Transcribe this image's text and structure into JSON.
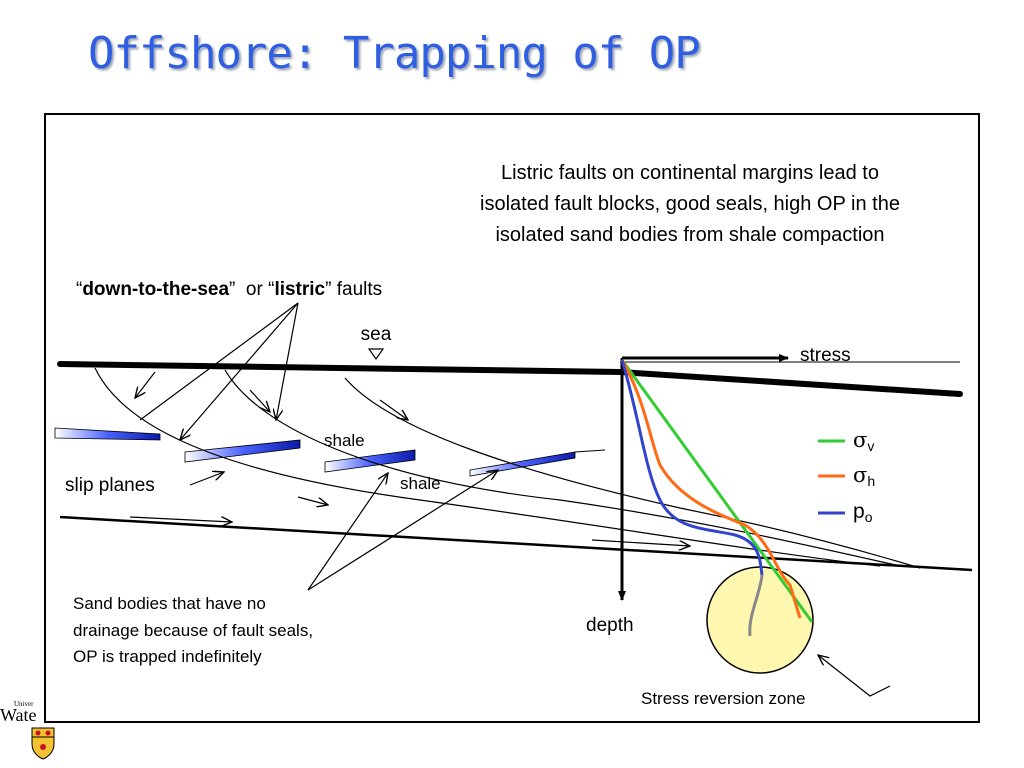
{
  "slide": {
    "title": "Offshore: Trapping of OP"
  },
  "diagram": {
    "intro_text": [
      "Listric faults on continental margins lead to",
      "isolated fault blocks, good seals, high OP in the",
      "isolated sand bodies from shale compaction"
    ],
    "faults_label": {
      "open_quote_1": "“",
      "term_1": "down-to-the-sea",
      "close_quote_1": "”",
      "connector": "  or “",
      "term_2": "listric",
      "tail": "” faults"
    },
    "sea_label": "sea",
    "stress_label": "stress",
    "depth_label": "depth",
    "slip_planes_label": "slip planes",
    "shale_label_1": "shale",
    "shale_label_2": "shale",
    "sand_bodies_text": [
      "Sand bodies that have no",
      "drainage because of fault seals,",
      "OP is trapped indefinitely"
    ],
    "stress_reversion_label": "Stress reversion zone",
    "legend": [
      {
        "symbol": "σ",
        "subscript": "v",
        "color": "#33cc33"
      },
      {
        "symbol": "σ",
        "subscript": "h",
        "color": "#ff6a13"
      },
      {
        "symbol": "p",
        "subscript": "o",
        "color": "#3344cc"
      }
    ]
  },
  "logo": {
    "line_small": "Univer",
    "line_big": "Wate"
  }
}
